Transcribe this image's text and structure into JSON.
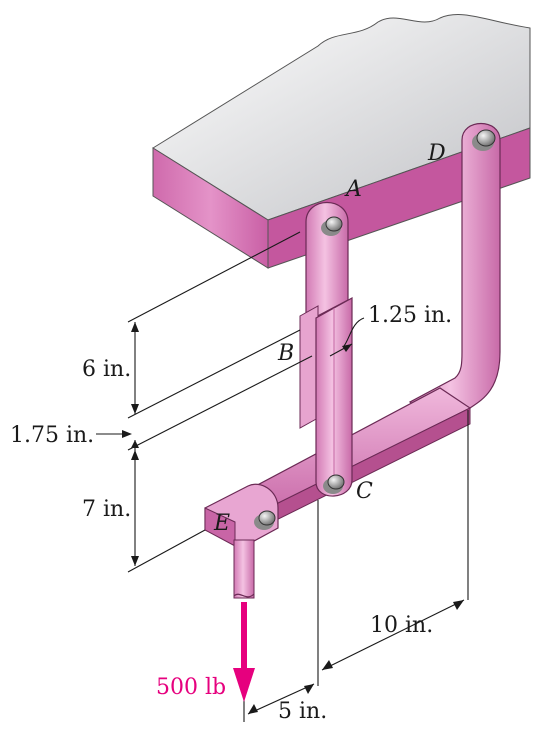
{
  "figure": {
    "points": {
      "A": "A",
      "B": "B",
      "C": "C",
      "D": "D",
      "E": "E"
    },
    "dimensions": {
      "thickness": "1.25 in.",
      "ab_length": "6 in.",
      "offset": "1.75 in.",
      "be_length": "7 in.",
      "horiz_10": "10 in.",
      "horiz_5": "5 in."
    },
    "load": {
      "label": "500 lb",
      "color": "#e6007e"
    },
    "colors": {
      "member": "#e58fc6",
      "member_dark": "#b9559a",
      "member_light": "#f6c6e4",
      "support_top": "#e8e8ea",
      "support_front": "#d878b8",
      "pin": "#bdbdbd"
    }
  }
}
